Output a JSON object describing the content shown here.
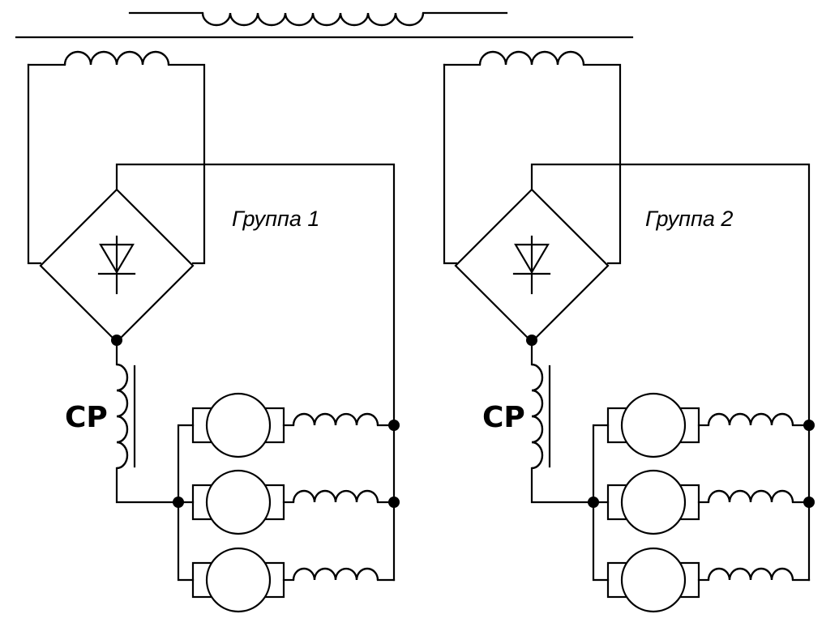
{
  "groups": [
    {
      "label": "Группа 1",
      "reactor_label": "СР"
    },
    {
      "label": "Группа 2",
      "reactor_label": "СР"
    }
  ]
}
